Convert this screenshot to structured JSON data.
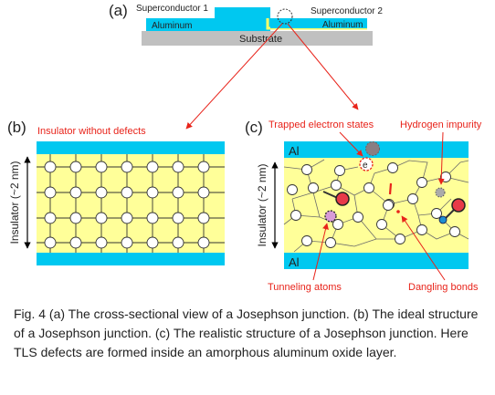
{
  "colors": {
    "layer_blue": "#00c8f0",
    "insulator_yellow": "#ffff99",
    "substrate_gray": "#c0c0c0",
    "annotation_red": "#e8231a",
    "atom_red": "#e83a48",
    "trapped_gray": "#8a7e82",
    "tunneling_pink": "#d89ad8",
    "hydrogen_blue": "#1f8fd0"
  },
  "panel_a": {
    "label": "(a)",
    "superconductor_1": "Superconductor 1",
    "superconductor_2": "Superconductor 2",
    "aluminum_left": "Aluminum",
    "aluminum_right": "Aluminum",
    "substrate": "Substrate"
  },
  "panel_b": {
    "label": "(b)",
    "title": "Insulator without defects",
    "axis_label": "Insulator (~2 nm)"
  },
  "panel_c": {
    "label": "(c)",
    "axis_label": "Insulator (~2 nm)",
    "al_top": "Al",
    "al_bottom": "Al",
    "electron_symbol": "e",
    "labels": {
      "trapped": "Trapped electron states",
      "hydrogen": "Hydrogen impurity",
      "tunneling": "Tunneling atoms",
      "dangling": "Dangling bonds"
    }
  },
  "caption": "Fig. 4 (a) The cross-sectional view of a Josephson junction. (b) The ideal structure of a Josephson junction. (c) The realistic structure of a Josephson junction. Here TLS defects are formed inside an amorphous aluminum oxide layer."
}
